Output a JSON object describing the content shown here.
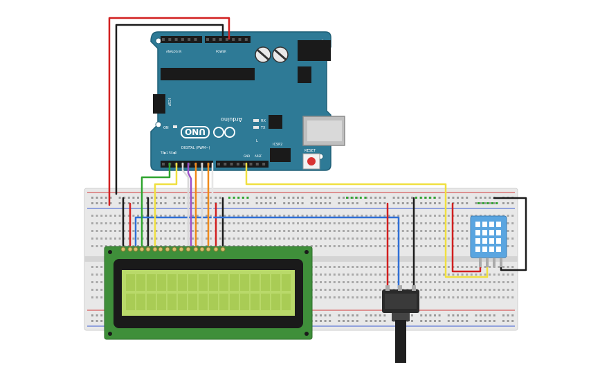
{
  "colors": {
    "arduino_board": "#2e7a96",
    "arduino_edge": "#1f5f77",
    "breadboard": "#e6e6e6",
    "rail_red": "#d23a3a",
    "rail_blue": "#3a5bd2",
    "lcd_pcb": "#3f8f3a",
    "lcd_screen": "#b9d96a",
    "dht_body": "#5aa5e0",
    "wire_red": "#d11f1f",
    "wire_black": "#1a1a1a",
    "wire_yellow": "#f0e040",
    "wire_green": "#2fa52f",
    "wire_blue": "#2f6fd6",
    "wire_purple": "#9b4fc8",
    "wire_orange": "#f08a1a",
    "wire_white": "#f2f2f2"
  },
  "arduino": {
    "brand": "Arduino",
    "model": "UNO",
    "label_on": "ON",
    "label_tx": "TX",
    "label_rx": "RX",
    "label_l": "L",
    "label_icsp": "ICSP",
    "label_icsp2": "ICSP2",
    "label_reset": "RESET",
    "label_aref": "AREF",
    "label_gnd": "GND",
    "label_power": "POWER",
    "label_analog_in": "ANALOG IN",
    "label_digital": "DIGITAL (PWM~)",
    "label_txrx": "TX▶1 RX◀0"
  },
  "components": {
    "lcd": "lcd-16x2",
    "sensor": "dht11-sensor",
    "pot": "potentiometer"
  }
}
